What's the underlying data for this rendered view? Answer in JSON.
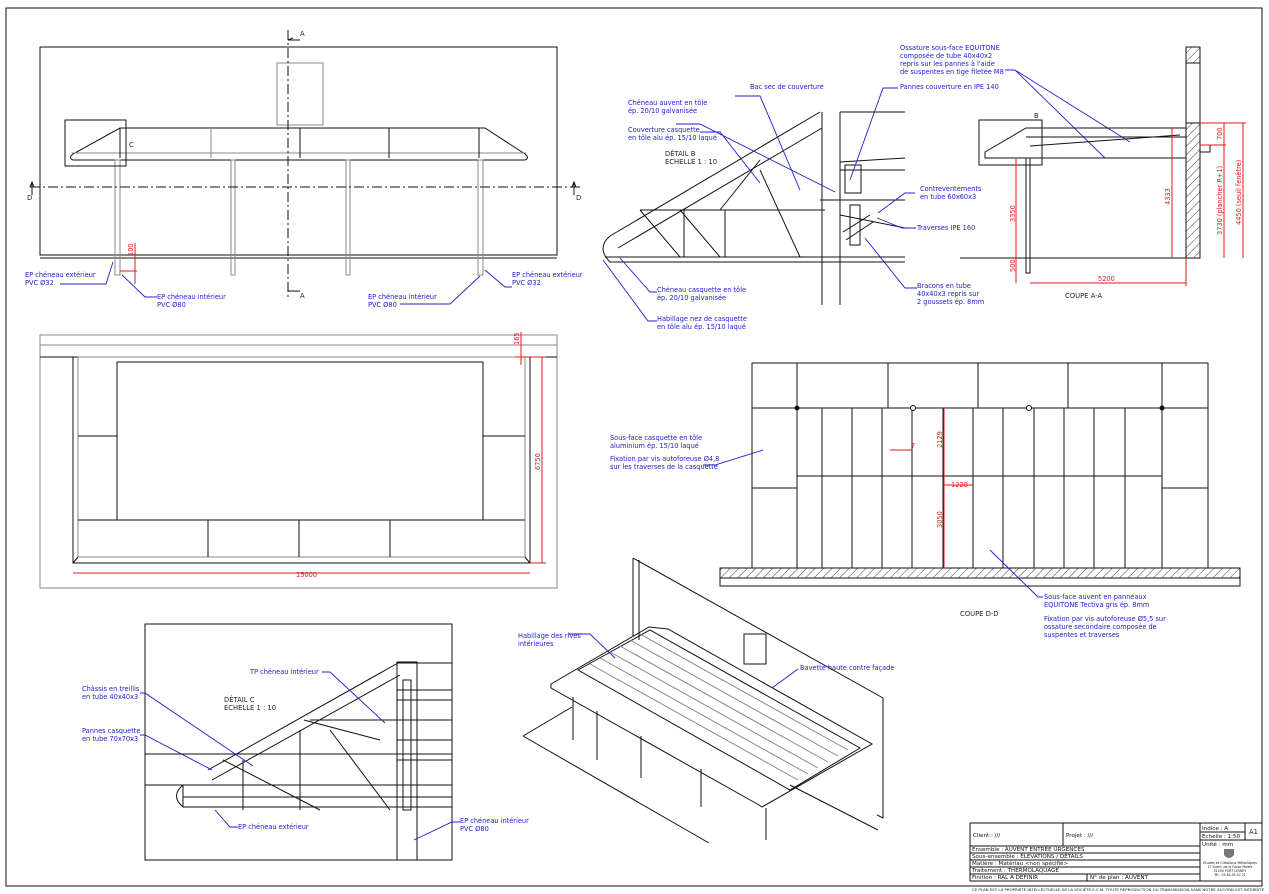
{
  "elevation": {
    "section_a": "A",
    "section_d": "D",
    "detail_c_ref": "C",
    "dim_100": "100",
    "ep_ext_left": [
      "EP chéneau extérieur",
      "PVC Ø32"
    ],
    "ep_int_left": [
      "EP chéneau intérieur",
      "PVC Ø80"
    ],
    "ep_int_right": [
      "EP chéneau intérieur",
      "PVC Ø80"
    ],
    "ep_ext_right": [
      "EP chéneau extérieur",
      "PVC Ø32"
    ]
  },
  "plan": {
    "dim_top": "165",
    "dim_depth": "6750",
    "dim_width": "15000"
  },
  "detail_b": {
    "title": [
      "DÉTAIL B",
      "ECHELLE 1 : 10"
    ],
    "cheneau_auvent": [
      "Chéneau auvent en tôle",
      "ép. 20/10 galvanisée"
    ],
    "couverture": [
      "Couverture casquette",
      "en tôle alu ép. 15/10 laqué"
    ],
    "bac_sec": "Bac sec de couverture",
    "pannes": "Pannes couverture en IPE 140",
    "ossature": [
      "Ossature sous-face EQUITONE",
      "composée de tube 40x40x2",
      "repris sur les pannes à l'aide",
      "de suspentes en tige filetée M8"
    ],
    "contreventements": [
      "Contreventements",
      "en tube 60x60x3"
    ],
    "traverses": "Traverses IPE 160",
    "bracons": [
      "Bracons en tube",
      "40x40x3 repris sur",
      "2 goussets ép. 8mm"
    ],
    "cheneau_casquette": [
      "Chéneau casquette en tôle",
      "ép. 20/10 galvanisée"
    ],
    "habillage_nez": [
      "Habillage nez de casquette",
      "en tôle alu ép. 15/10 laqué"
    ]
  },
  "coupe_aa": {
    "detail_ref": "B",
    "dim_700": "700",
    "dim_4333": "4333",
    "dim_3350": "3350",
    "dim_3730": "3730 (plancher R+1)",
    "dim_4450": "4450 (seuil fenêtre)",
    "dim_500": "500",
    "dim_5200": "5200",
    "title": "COUPE A-A"
  },
  "coupe_dd": {
    "sous_face_casquette": [
      "Sous-face casquette en tôle",
      "aluminium ép. 15/10 laqué"
    ],
    "fixation_48": [
      "Fixation par vis autoforeuse Ø4,8",
      "sur les traverses de la casquette"
    ],
    "dim_7": "7",
    "dim_2129": "2129",
    "dim_1220": "1220",
    "dim_3050": "3050",
    "sous_face_auvent": [
      "Sous-face auvent en panneaux",
      "EQUITONE Tectiva gris ép. 8mm"
    ],
    "fixation_55": [
      "Fixation par vis autoforeuse Ø5,5 sur",
      "ossature secondaire composée de",
      "suspentes et traverses"
    ],
    "title": "COUPE D-D"
  },
  "isometric": {
    "habillage_rives": [
      "Habillage des rives",
      "intérieures"
    ],
    "bavette": "Bavette haute contre façade"
  },
  "detail_c": {
    "title": [
      "DÉTAIL C",
      "ECHELLE 1 : 10"
    ],
    "tp_cheneau": "TP chéneau intérieur",
    "chassis": [
      "Châssis en treillis",
      "en tube 40x40x3"
    ],
    "pannes": [
      "Pannes casquette",
      "en tube 70x70x3"
    ],
    "ep_ext": "EP chéneau extérieur",
    "ep_int": [
      "EP chéneau intérieur",
      "PVC Ø80"
    ]
  },
  "title_block": {
    "client": "Client :  ///",
    "projet": "Projet :  ///",
    "indice": "Indice : A",
    "echelle": "Echelle :  1:50",
    "unite": "Unité : mm",
    "format": "A1",
    "ensemble": "Ensemble : AUVENT ENTRÉE URGENCES",
    "sous_ensemble": "Sous-ensemble : ÉLEVATIONS / DÉTAILS",
    "matiere": "Matière : Matériau <non spécifié>",
    "traitement": "Traitement : THERMOLAQUAGE",
    "finition": "Finition : RAL À DÉFINIR",
    "plan_no": "N° de plan : AUVENT",
    "company": [
      "Etudes et Créations Métalliques",
      "17 chem. de la Fosse Maitre",
      "51200 PORT LESNEY",
      "Tél : 03.84.95.07.21"
    ],
    "footer": "CE PLAN EST LA PROPRIÉTÉ INTELLECTUELLE DE LA SOCIÉTÉ E.C.M. TOUTE REPRODUCTION OU TRANSMISSION SANS NOTRE ACCORD EST INTERDITE"
  },
  "colors": {
    "annotation": "#2020d0",
    "dimension": "#e01818",
    "line": "#111111"
  }
}
